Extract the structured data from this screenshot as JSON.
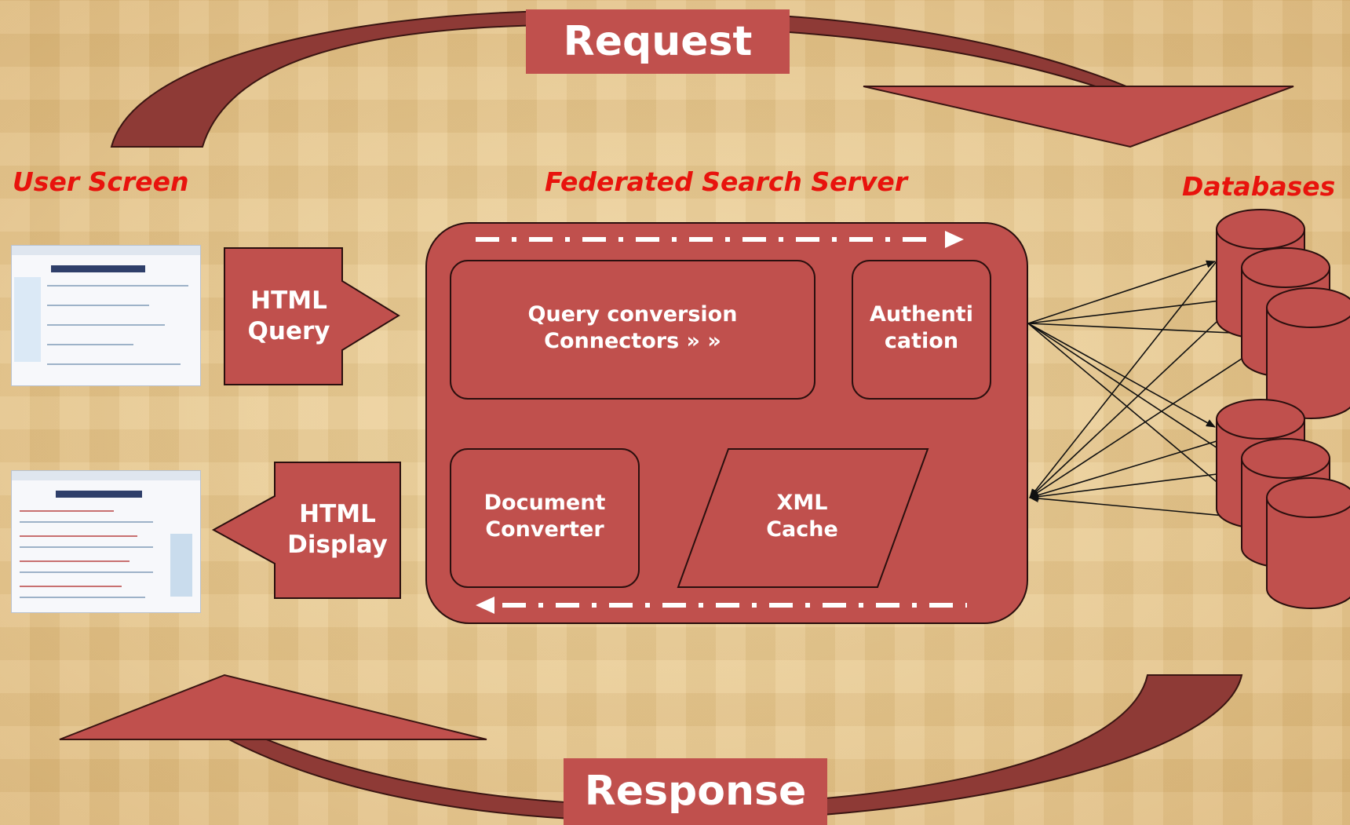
{
  "banners": {
    "request": "Request",
    "response": "Response"
  },
  "labels": {
    "user_screen": "User Screen",
    "server": "Federated Search Server",
    "databases": "Databases"
  },
  "arrows": {
    "html_query": [
      "HTML",
      "Query"
    ],
    "html_display": [
      "HTML",
      "Display"
    ]
  },
  "server": {
    "query_conversion": [
      "Query conversion",
      "Connectors » »"
    ],
    "authentication": [
      "Authenti",
      "cation"
    ],
    "document_converter": [
      "Document",
      "Converter"
    ],
    "xml_cache": [
      "XML",
      "Cache"
    ]
  },
  "colors": {
    "shape_fill": "#c0504d",
    "shape_outline": "#2a0f0e",
    "curved_arrow_shadow": "#8e3a36",
    "label_red": "#e8130d",
    "text_white": "#ffffff"
  }
}
